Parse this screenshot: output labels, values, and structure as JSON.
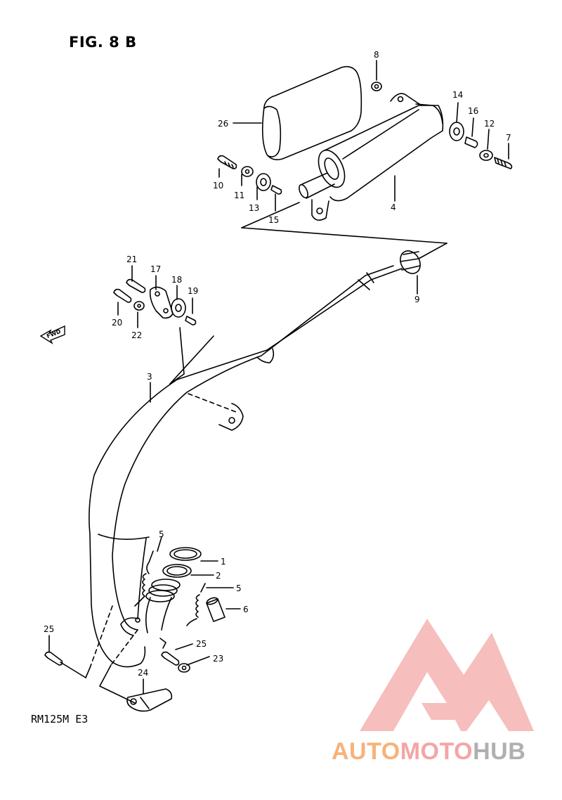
{
  "figure": {
    "title": "FIG. 8 B",
    "model": "RM125M  E3"
  },
  "fwd_label": "FWD",
  "callouts": [
    "1",
    "2",
    "3",
    "4",
    "5",
    "5",
    "6",
    "7",
    "8",
    "9",
    "10",
    "11",
    "12",
    "13",
    "14",
    "15",
    "16",
    "17",
    "18",
    "19",
    "20",
    "21",
    "22",
    "23",
    "24",
    "25",
    "25",
    "26"
  ],
  "watermark": {
    "text_a": "AUTO",
    "text_b": "MOTO",
    "text_c": "HUB",
    "color_a": "#f7b27a",
    "color_b": "#f3a6a4",
    "color_c": "#b0b0b0"
  }
}
